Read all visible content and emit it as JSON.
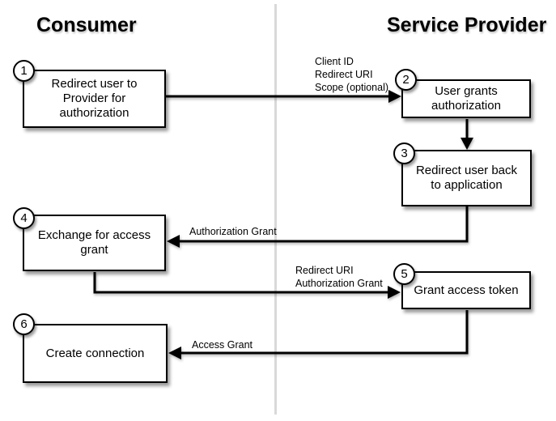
{
  "diagram": {
    "lanes": {
      "consumer": {
        "title": "Consumer"
      },
      "service_provider": {
        "title": "Service Provider"
      }
    },
    "steps": [
      {
        "number": "1",
        "label": "Redirect user to Provider for authorization"
      },
      {
        "number": "2",
        "label": "User grants authorization"
      },
      {
        "number": "3",
        "label": "Redirect user back to application"
      },
      {
        "number": "4",
        "label": "Exchange for access grant"
      },
      {
        "number": "5",
        "label": "Grant access token"
      },
      {
        "number": "6",
        "label": "Create connection"
      }
    ],
    "arrow_labels": {
      "step1_to_step2": "Client ID\nRedirect URI\nScope (optional)",
      "step3_to_step4": "Authorization Grant",
      "step4_to_step5": "Redirect URI\nAuthorization Grant",
      "step5_to_step6": "Access Grant"
    },
    "colors": {
      "background": "#ffffff",
      "box_fill": "#ffffff",
      "box_border": "#000000",
      "arrow": "#000000",
      "divider": "#d9d9d9",
      "text": "#000000"
    }
  }
}
